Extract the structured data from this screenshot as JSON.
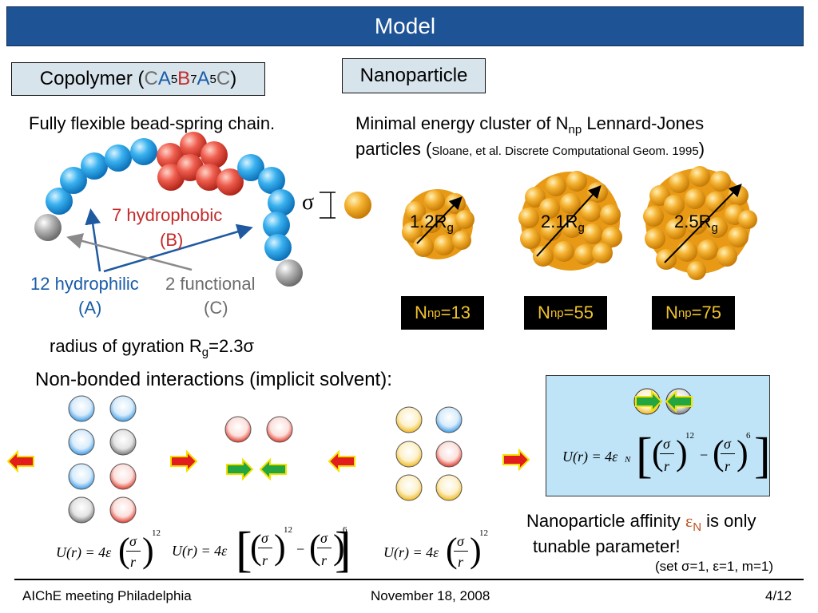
{
  "slide": {
    "title": "Model",
    "copolymer_box": {
      "prefix": "Copolymer (",
      "C1": "C",
      "A1": "A",
      "s5a": "5",
      "B": "B",
      "s7": "7",
      "A2": "A",
      "s5b": "5",
      "C2": "C",
      "suffix": ")"
    },
    "nanoparticle_box": "Nanoparticle",
    "chain_desc": "Fully flexible bead-spring chain.",
    "hydrophobic_label": "7 hydrophobic",
    "hydrophobic_letter": "(B)",
    "hydrophilic_label": "12 hydrophilic",
    "hydrophilic_letter": "(A)",
    "functional_label": "2 functional",
    "functional_letter": "(C)",
    "sigma_symbol": "σ",
    "rg_prefix": "radius of gyration R",
    "rg_sub": "g",
    "rg_suffix": "=2.3σ",
    "cluster_line1_prefix": "Minimal energy cluster of N",
    "cluster_line1_sub": "np",
    "cluster_line1_suffix": " Lennard-Jones",
    "cluster_line2_prefix": "particles (",
    "cluster_line2_ref": "Sloane, et al. Discrete Computational Geom. 1995",
    "cluster_line2_suffix": ")",
    "clusters": [
      {
        "size_label": "1.2R",
        "size_sub": "g",
        "n_label": "N",
        "n_sub": "np",
        "n_value": "=13"
      },
      {
        "size_label": "2.1R",
        "size_sub": "g",
        "n_label": "N",
        "n_sub": "np",
        "n_value": "=55"
      },
      {
        "size_label": "2.5R",
        "size_sub": "g",
        "n_label": "N",
        "n_sub": "np",
        "n_value": "=75"
      }
    ],
    "nonbonded_heading": "Non-bonded interactions (implicit solvent):",
    "eq_repulsive_1": {
      "lhs": "U(r) = 4ε",
      "num": "σ",
      "den": "r",
      "exp": "12"
    },
    "eq_lj": {
      "lhs": "U(r) = 4ε",
      "num1": "σ",
      "den1": "r",
      "exp1": "12",
      "minus": "−",
      "num2": "σ",
      "den2": "r",
      "exp2": "6"
    },
    "eq_repulsive_2": {
      "lhs": "U(r) = 4ε",
      "num": "σ",
      "den": "r",
      "exp": "12"
    },
    "eq_np": {
      "lhs": "U(r) = 4ε",
      "sub": "N",
      "num1": "σ",
      "den1": "r",
      "exp1": "12",
      "minus": "−",
      "num2": "σ",
      "den2": "r",
      "exp2": "6"
    },
    "affinity_prefix": "Nanoparticle affinity ",
    "affinity_symbol": "ε",
    "affinity_sub": "N",
    "affinity_suffix": " is only",
    "affinity_line2": "tunable parameter!",
    "units_note": "(set σ=1, ε=1, m=1)"
  },
  "footer": {
    "left": "AIChE meeting Philadelphia",
    "center": "November 18, 2008",
    "right": "4/12"
  },
  "colors": {
    "title_bg": "#1e5396",
    "box_bg": "#d7e4ec",
    "hydrophilic_blue": "#2ea6e8",
    "hydrophobic_red": "#e8564a",
    "functional_gray": "#9a9a9a",
    "nanoparticle_gold": "#f2a91e",
    "panel_blue": "#bfe3f7",
    "arrow_red": "#e21d1d",
    "arrow_green": "#23a541"
  }
}
